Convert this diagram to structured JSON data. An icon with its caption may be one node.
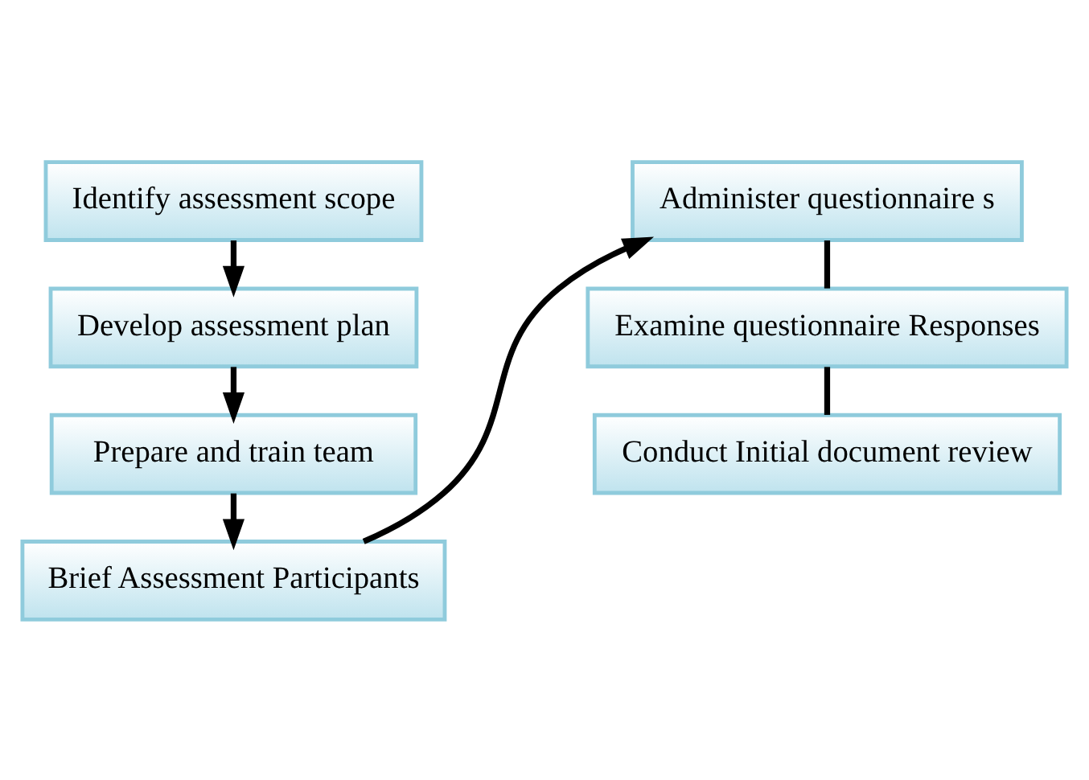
{
  "diagram": {
    "nodes": [
      {
        "text": [
          "Identify assessment scope"
        ]
      },
      {
        "text": [
          "Develop assessment plan"
        ]
      },
      {
        "text": [
          "Prepare and train team"
        ]
      },
      {
        "text": [
          "Brief Assessment Participants"
        ]
      },
      {
        "text": [
          "Administer questionnaire s"
        ]
      },
      {
        "text": [
          "Examine questionnaire Responses"
        ]
      },
      {
        "text": [
          "Conduct Initial document review"
        ]
      }
    ],
    "edges": [
      {
        "from": 0,
        "to": 1,
        "arrow": "to"
      },
      {
        "from": 1,
        "to": 2,
        "arrow": "to"
      },
      {
        "from": 2,
        "to": 3,
        "arrow": "to"
      },
      {
        "from": 3,
        "to": 4,
        "arrow": "to"
      },
      {
        "from": 4,
        "to": 5,
        "arrow": "none"
      },
      {
        "from": 5,
        "to": 6,
        "arrow": "none"
      }
    ]
  }
}
